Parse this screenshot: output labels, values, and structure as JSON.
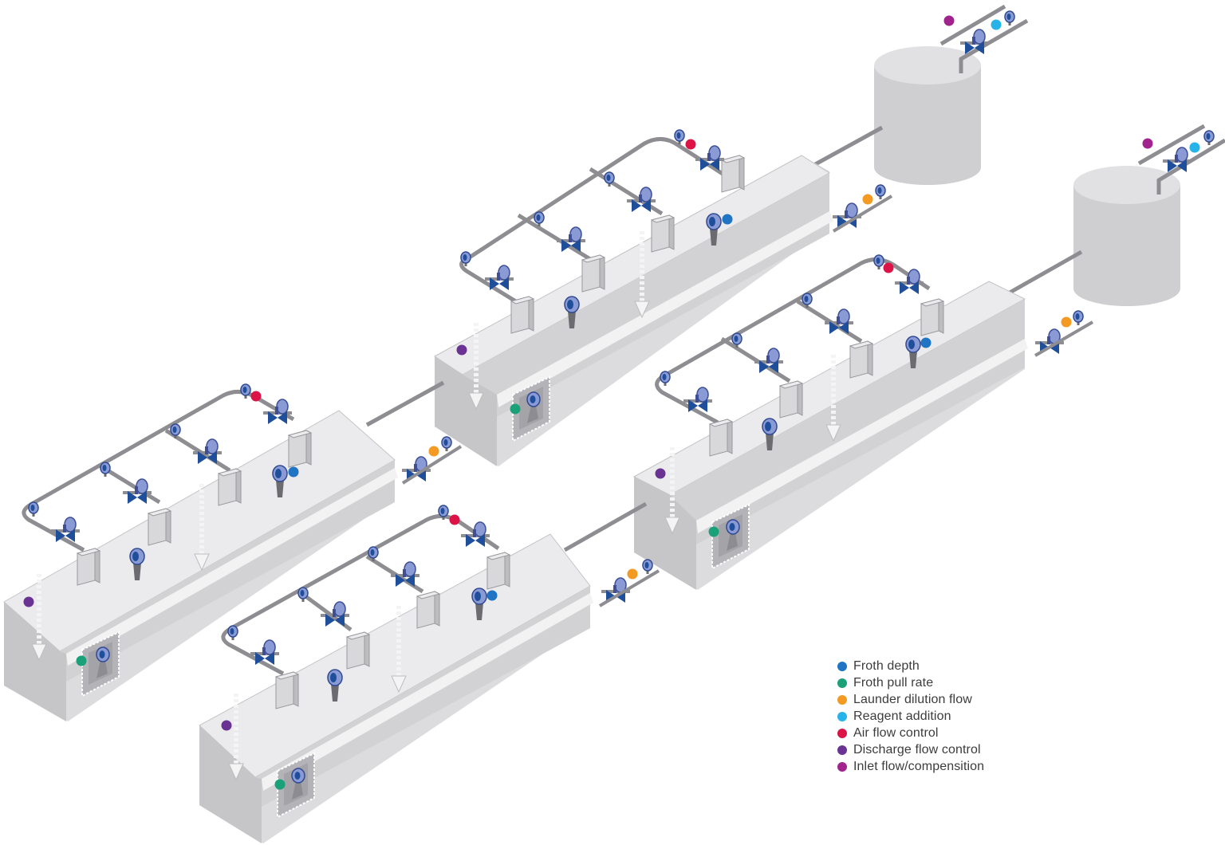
{
  "colors": {
    "froth_depth": "#1f74c4",
    "froth_pull_rate": "#1aa179",
    "launder_dilution_flow": "#f39a22",
    "reagent_addition": "#26b3ea",
    "air_flow_control": "#dc1346",
    "discharge_flow_control": "#6a3393",
    "inlet_flow_compensation": "#a1238d",
    "cell_fill": "#dcdcde",
    "cell_side": "#c9c9cb",
    "pipe": "#8e8e92",
    "valve_blue": "#1f4f9a",
    "valve_actuator": "#8a9ad4"
  },
  "legend": {
    "items": [
      {
        "key": "froth_depth",
        "label": "Froth depth",
        "color": "#1f74c4"
      },
      {
        "key": "froth_pull_rate",
        "label": "Froth pull rate",
        "color": "#1aa179"
      },
      {
        "key": "launder_dilution_flow",
        "label": "Launder dilution flow",
        "color": "#f39a22"
      },
      {
        "key": "reagent_addition",
        "label": "Reagent addition",
        "color": "#26b3ea"
      },
      {
        "key": "air_flow_control",
        "label": "Air flow control",
        "color": "#dc1346"
      },
      {
        "key": "discharge_flow_control",
        "label": "Discharge flow control",
        "color": "#6a3393"
      },
      {
        "key": "inlet_flow_compensation",
        "label": "Inlet flow/compensition",
        "color": "#a1238d"
      }
    ]
  },
  "diagram": {
    "flotation_banks": 4,
    "reagent_tanks": 2,
    "icons": [
      "control-valve-icon",
      "level-transmitter-icon",
      "camera-icon",
      "flow-arrow-icon"
    ]
  }
}
